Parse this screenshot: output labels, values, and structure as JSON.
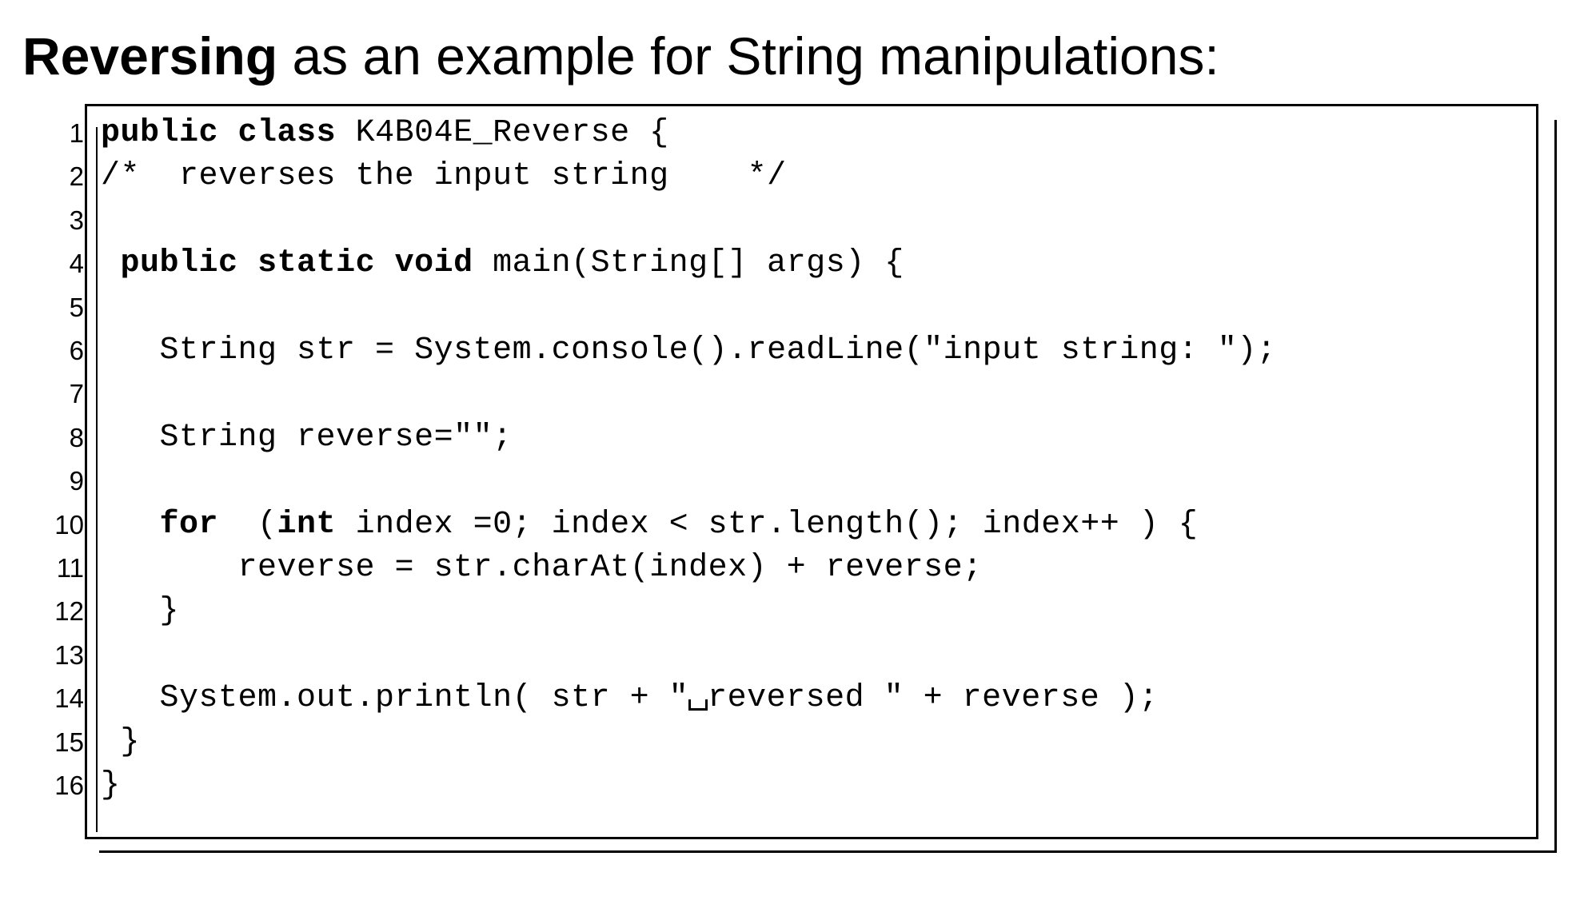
{
  "title": {
    "bold_part": "Reversing",
    "rest": " as an example for String manipulations:"
  },
  "code": {
    "lines": [
      {
        "no": "1",
        "segments": [
          {
            "t": "public",
            "b": true
          },
          {
            "t": " "
          },
          {
            "t": "class",
            "b": true
          },
          {
            "t": " K4B04E_Reverse {"
          }
        ]
      },
      {
        "no": "2",
        "segments": [
          {
            "t": "/*  reverses the input string    */"
          }
        ]
      },
      {
        "no": "3",
        "segments": []
      },
      {
        "no": "4",
        "segments": [
          {
            "t": " "
          },
          {
            "t": "public",
            "b": true
          },
          {
            "t": " "
          },
          {
            "t": "static",
            "b": true
          },
          {
            "t": " "
          },
          {
            "t": "void",
            "b": true
          },
          {
            "t": " main(String[] args) {"
          }
        ]
      },
      {
        "no": "5",
        "segments": []
      },
      {
        "no": "6",
        "segments": [
          {
            "t": "   String str = System.console().readLine(\"input string: \");"
          }
        ]
      },
      {
        "no": "7",
        "segments": []
      },
      {
        "no": "8",
        "segments": [
          {
            "t": "   String reverse=\"\";"
          }
        ]
      },
      {
        "no": "9",
        "segments": []
      },
      {
        "no": "10",
        "segments": [
          {
            "t": "   "
          },
          {
            "t": "for",
            "b": true
          },
          {
            "t": "  ("
          },
          {
            "t": "int",
            "b": true
          },
          {
            "t": " index =0; index < str.length(); index++ ) {"
          }
        ]
      },
      {
        "no": "11",
        "segments": [
          {
            "t": "       reverse = str.charAt(index) + reverse;"
          }
        ]
      },
      {
        "no": "12",
        "segments": [
          {
            "t": "   }"
          }
        ]
      },
      {
        "no": "13",
        "segments": []
      },
      {
        "no": "14",
        "segments": [
          {
            "t": "   System.out.println( str + \""
          },
          {
            "t": "",
            "vs": true
          },
          {
            "t": "reversed \" + reverse );"
          }
        ]
      },
      {
        "no": "15",
        "segments": [
          {
            "t": " }"
          }
        ]
      },
      {
        "no": "16",
        "segments": [
          {
            "t": "}"
          }
        ]
      }
    ]
  }
}
